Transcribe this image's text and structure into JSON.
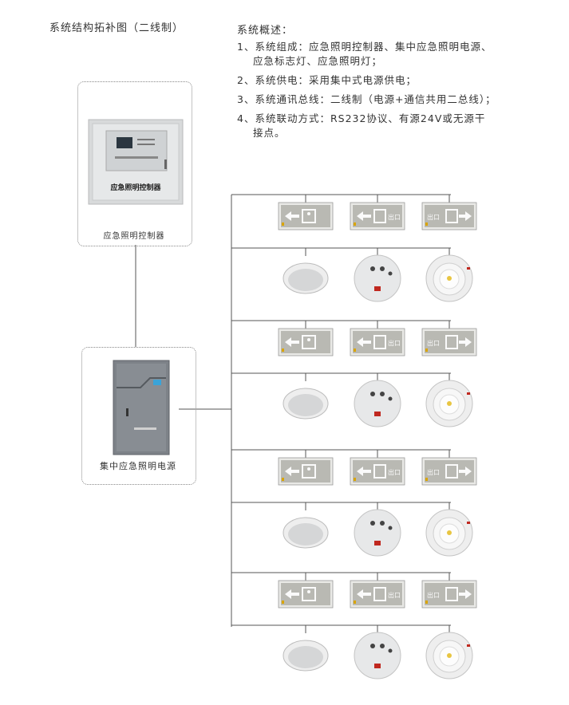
{
  "diagram_title": "系统结构拓补图（二线制）",
  "overview": {
    "heading": "系统概述：",
    "items": [
      {
        "num": "1、",
        "text": "系统组成：应急照明控制器、集中应急照明电源、",
        "cont": "应急标志灯、应急照明灯；"
      },
      {
        "num": "2、",
        "text": "系统供电：采用集中式电源供电；",
        "cont": ""
      },
      {
        "num": "3、",
        "text": "系统通讯总线：二线制（电源+通信共用二总线）；",
        "cont": ""
      },
      {
        "num": "4、",
        "text": "系统联动方式：RS232协议、有源24V或无源干",
        "cont": "接点。"
      }
    ]
  },
  "controller": {
    "label": "应急照明控制器",
    "panel_text": "应急照明控制器"
  },
  "power_supply": {
    "label": "集中应急照明电源"
  },
  "exit_sign_text": "出口",
  "colors": {
    "wire": "#555555",
    "sign_bg": "#b9b9b3",
    "sign_frame": "#e9e9e6"
  },
  "groups": [
    {
      "signs": [
        "left",
        "left-exit",
        "exit-right"
      ],
      "lights": [
        "downlight",
        "round-red",
        "round-led"
      ]
    },
    {
      "signs": [
        "left",
        "left-exit",
        "exit-right"
      ],
      "lights": [
        "downlight",
        "round-red",
        "round-led"
      ]
    },
    {
      "signs": [
        "left",
        "left-exit",
        "exit-right"
      ],
      "lights": [
        "downlight",
        "round-red",
        "round-led"
      ]
    },
    {
      "signs": [
        "left",
        "left-exit",
        "exit-right"
      ],
      "lights": [
        "downlight",
        "round-red",
        "round-led"
      ]
    }
  ]
}
